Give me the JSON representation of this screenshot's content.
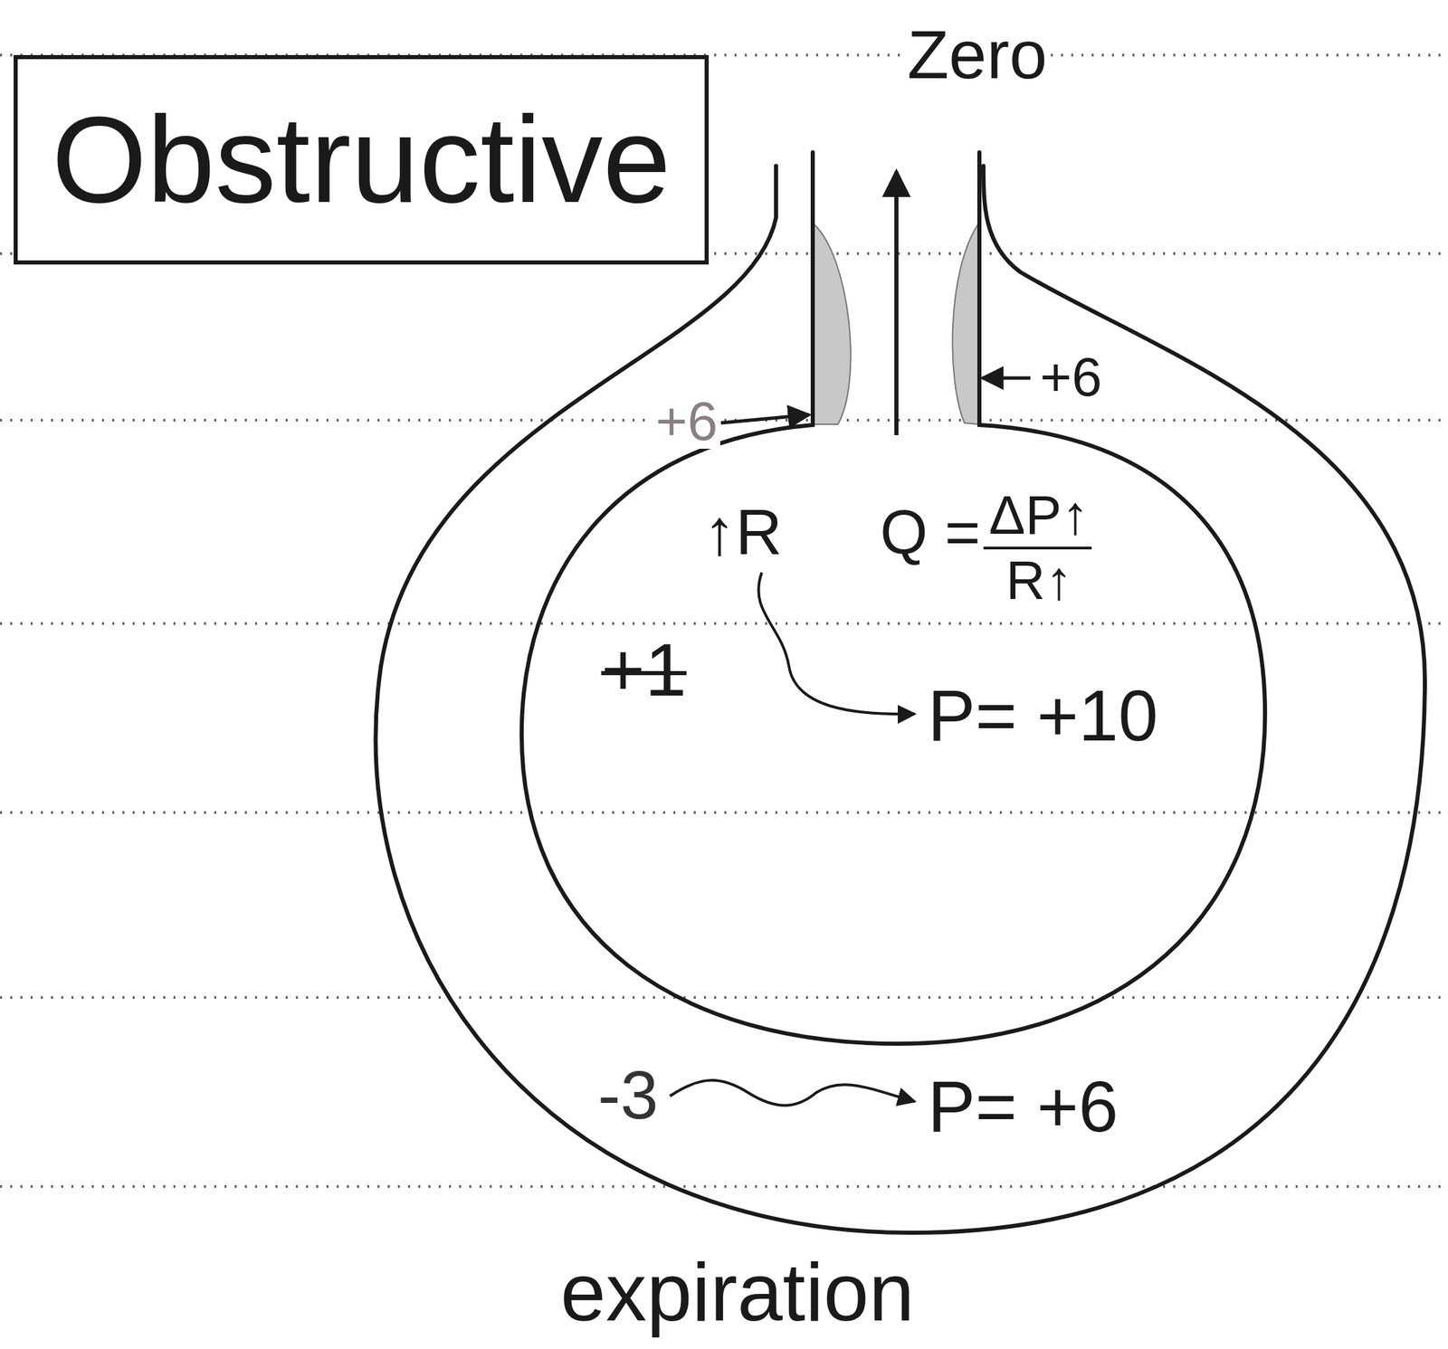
{
  "diagram": {
    "title": "Obstructive",
    "nodes": [
      {
        "text": [
          "-3",
          "P= +6"
        ]
      },
      {
        "text": [
          "↑R",
          "Q =",
          "ΔP↑",
          "R↑",
          "+1",
          "P= +10"
        ],
        "in": 0
      }
    ],
    "labels": [
      "Zero",
      "+6",
      "+6",
      "expiration"
    ]
  }
}
